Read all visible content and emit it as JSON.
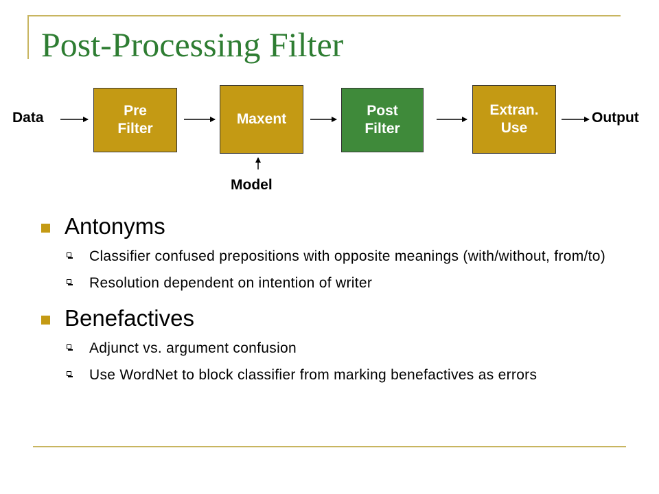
{
  "title": "Post-Processing Filter",
  "diagram": {
    "input_label": "Data",
    "output_label": "Output",
    "model_label": "Model",
    "boxes": [
      {
        "label": "Pre\nFilter",
        "color": "#c49a14"
      },
      {
        "label": "Maxent",
        "color": "#c49a14"
      },
      {
        "label": "Post\nFilter",
        "color": "#3f8a3a"
      },
      {
        "label": "Extran.\nUse",
        "color": "#c49a14"
      }
    ]
  },
  "bullets": [
    {
      "heading": "Antonyms",
      "items": [
        "Classifier confused prepositions with opposite meanings (with/without, from/to)",
        "Resolution dependent on intention of writer"
      ]
    },
    {
      "heading": "Benefactives",
      "items": [
        "Adjunct vs. argument confusion",
        "Use WordNet to block classifier from marking benefactives as errors"
      ]
    }
  ],
  "colors": {
    "accent": "#c49a14",
    "title": "#2e7d32",
    "highlight_box": "#3f8a3a"
  }
}
